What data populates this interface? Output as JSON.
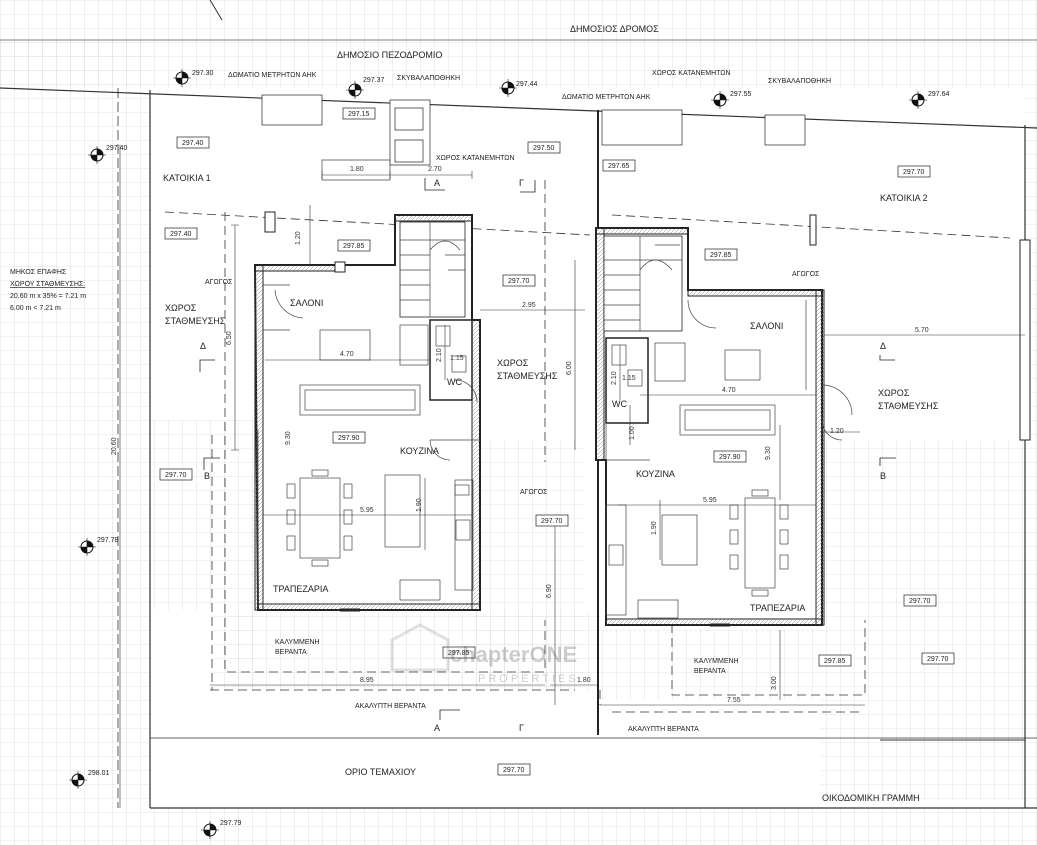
{
  "labels": {
    "public_road": "ΔΗΜΟΣΙΟΣ ΔΡΟΜΟΣ",
    "public_sidewalk": "ΔΗΜΟΣΙΟ ΠΕΖΟΔΡΟΜΙΟ",
    "meter_room_1": "ΔΩΜΑΤΙΟ ΜΕΤΡΗΤΩΝ ΑΗΚ",
    "meter_room_2": "ΔΩΜΑΤΙΟ ΜΕΤΡΗΤΩΝ ΑΗΚ",
    "bin_room_1": "ΣΚΥΒΑΛΑΠΟΘΗΚΗ",
    "bin_room_2": "ΣΚΥΒΑΛΑΠΟΘΗΚΗ",
    "distributor_1": "ΧΩΡΟΣ ΚΑΤΑΝΕΜΗΤΩΝ",
    "distributor_2": "ΧΩΡΟΣ ΚΑΤΑΝΕΜΗΤΩΝ",
    "house_1": "ΚΑΤΟΙΚΙΑ 1",
    "house_2": "ΚΑΤΟΙΚΙΑ 2",
    "parking_1a": "ΧΩΡΟΣ",
    "parking_1b": "ΣΤΑΘΜΕΥΣΗΣ",
    "parking_mid_a": "ΧΩΡΟΣ",
    "parking_mid_b": "ΣΤΑΘΜΕΥΣΗΣ",
    "parking_2a": "ΧΩΡΟΣ",
    "parking_2b": "ΣΤΑΘΜΕΥΣΗΣ",
    "drain_1": "ΑΓΩΓΟΣ",
    "drain_2": "ΑΓΩΓΟΣ",
    "drain_3": "ΑΓΩΓΟΣ",
    "salon_1": "ΣΑΛΟΝΙ",
    "salon_2": "ΣΑΛΟΝΙ",
    "kitchen_1": "ΚΟΥΖΙΝΑ",
    "kitchen_2": "ΚΟΥΖΙΝΑ",
    "dining_1": "ΤΡΑΠΕΖΑΡΙΑ",
    "dining_2": "ΤΡΑΠΕΖΑΡΙΑ",
    "wc_1": "WC",
    "wc_2": "WC",
    "covered_veranda_1a": "ΚΑΛΥΜΜΕΝΗ",
    "covered_veranda_1b": "ΒΕΡΑΝΤΑ",
    "covered_veranda_2a": "ΚΑΛΥΜΜΕΝΗ",
    "covered_veranda_2b": "ΒΕΡΑΝΤΑ",
    "open_veranda_1": "ΑΚΑΛΥΠΤΗ ΒΕΡΑΝΤΑ",
    "open_veranda_2": "ΑΚΑΛΥΠΤΗ ΒΕΡΑΝΤΑ",
    "plot_boundary": "ΟΡΙΟ ΤΕΜΑΧΙΟΥ",
    "building_line": "ΟΙΚΟΔΟΜΙΚΗ ΓΡΑΜΜΗ",
    "note_line1": "ΜΗΚΟΣ ΕΠΑΦΗΣ",
    "note_line2": "ΧΩΡΟΥ ΣΤΑΘΜΕΥΣΗΣ:",
    "note_line3": "20.60 m x 35% = 7.21 m",
    "note_line4": "6.00 m < 7.21 m",
    "watermark_1": "chapterONE",
    "watermark_2": "PROPERTIES"
  },
  "section_marks": {
    "a_top": "Α",
    "a_bottom": "Α",
    "g_top": "Γ",
    "g_bottom": "Γ",
    "b_left": "Β",
    "b_right": "Β",
    "d_left": "Δ",
    "d_right": "Δ"
  },
  "spot_levels": {
    "l1": "297.30",
    "l2": "297.37",
    "l3": "297.44",
    "l4": "297.55",
    "l5": "297.64",
    "l6": "297.40",
    "l7": "297.78",
    "l8": "298.01",
    "l9": "297.79"
  },
  "level_boxes": {
    "b1": "297.15",
    "b2": "297.40",
    "b3": "297.50",
    "b4": "297.65",
    "b5": "297.70",
    "b6": "297.40",
    "b7": "297.85",
    "b8": "297.70",
    "b9": "297.85",
    "b10": "297.90",
    "b11": "297.90",
    "b12": "297.70",
    "b13": "297.70",
    "b14": "297.70",
    "b15": "297.85",
    "b16": "297.85",
    "b17": "297.70",
    "b18": "297.70"
  },
  "dims": {
    "d1": "1.80",
    "d2": "2.70",
    "d3": "1.20",
    "d4": "6.50",
    "d5": "4.70",
    "d6": "2.10",
    "d7": "1.15",
    "d8": "2.95",
    "d9": "6.00",
    "d10": "9.30",
    "d11": "5.95",
    "d12": "1.90",
    "d13": "20.60",
    "d14": "6.90",
    "d15": "8.95",
    "d16": "1.80",
    "d17": "2.10",
    "d18": "1.15",
    "d19": "4.70",
    "d20": "1.00",
    "d21": "9.30",
    "d22": "5.95",
    "d23": "1.90",
    "d24": "5.70",
    "d25": "1.20",
    "d26": "3.00",
    "d27": "7.55"
  }
}
